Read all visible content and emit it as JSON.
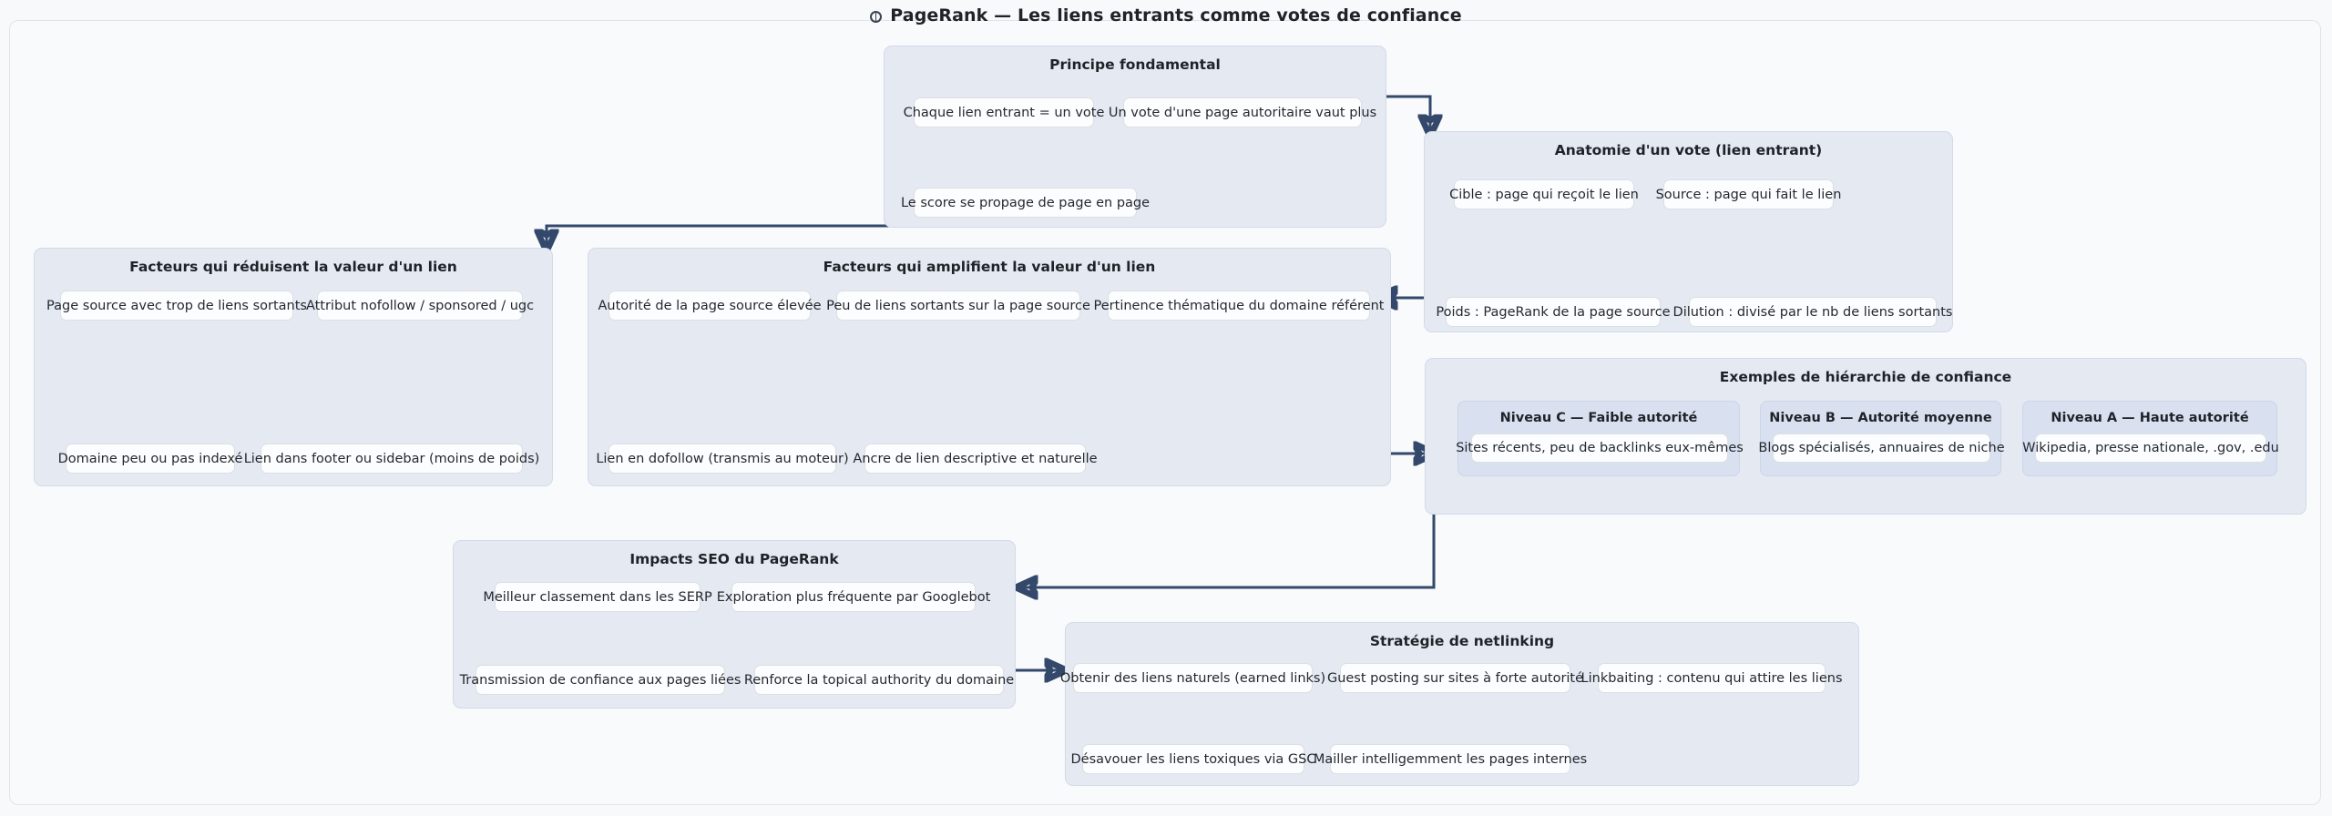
{
  "title": {
    "text": "PageRank — Les liens entrants comme votes de confiance",
    "icon": "globe-icon"
  },
  "colors": {
    "page_background": "#f7f9fb",
    "group_fill": "#e4e9f2",
    "group_border": "#d3dae8",
    "subgroup_fill": "#d9e0f0",
    "node_fill": "#fcfdfe",
    "node_border": "#dcdfe4",
    "edge_stroke": "#33486b",
    "text": "#24292f"
  },
  "groups": {
    "principe": {
      "title": "Principe fondamental",
      "nodes": [
        "Chaque lien entrant = un vote",
        "Un vote d'une page autoritaire vaut plus",
        "Le score se propage de page en page"
      ]
    },
    "anatomie": {
      "title": "Anatomie d'un vote (lien entrant)",
      "nodes": [
        "Cible : page qui reçoit le lien",
        "Source : page qui fait le lien",
        "Poids : PageRank de la page source",
        "Dilution : divisé par le nb de liens sortants"
      ]
    },
    "reduisent": {
      "title": "Facteurs qui réduisent la valeur d'un lien",
      "nodes": [
        "Page source avec trop de liens sortants",
        "Attribut nofollow / sponsored / ugc",
        "Domaine peu ou pas indexé",
        "Lien dans footer ou sidebar (moins de poids)"
      ]
    },
    "amplifient": {
      "title": "Facteurs qui amplifient la valeur d'un lien",
      "nodes": [
        "Autorité de la page source élevée",
        "Peu de liens sortants sur la page source",
        "Pertinence thématique du domaine référent",
        "Lien en dofollow (transmis au moteur)",
        "Ancre de lien descriptive et naturelle"
      ]
    },
    "hierarchie": {
      "title": "Exemples de hiérarchie de confiance",
      "levels": [
        {
          "title": "Niveau C — Faible autorité",
          "node": "Sites récents, peu de backlinks eux-mêmes"
        },
        {
          "title": "Niveau B — Autorité moyenne",
          "node": "Blogs spécialisés, annuaires de niche"
        },
        {
          "title": "Niveau A — Haute autorité",
          "node": "Wikipedia, presse nationale, .gov, .edu"
        }
      ]
    },
    "impacts": {
      "title": "Impacts SEO du PageRank",
      "nodes": [
        "Meilleur classement dans les SERP",
        "Exploration plus fréquente par Googlebot",
        "Transmission de confiance aux pages liées",
        "Renforce la topical authority du domaine"
      ]
    },
    "strategie": {
      "title": "Stratégie de netlinking",
      "nodes": [
        "Obtenir des liens naturels (earned links)",
        "Guest posting sur sites à forte autorité",
        "Linkbaiting : contenu qui attire les liens",
        "Désavouer les liens toxiques via GSC",
        "Mailler intelligemment les pages internes"
      ]
    }
  }
}
